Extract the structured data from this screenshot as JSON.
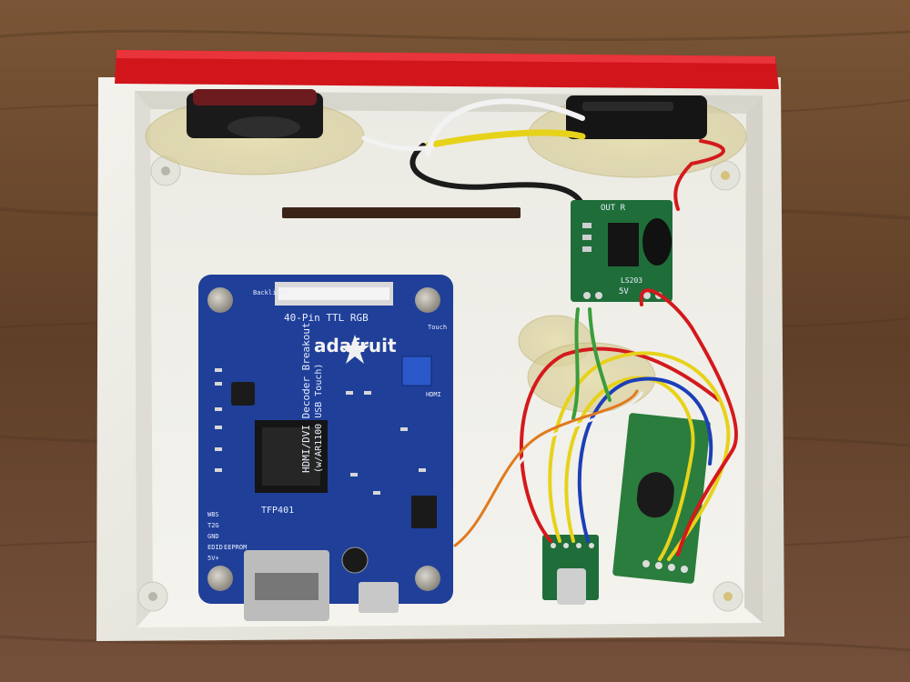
{
  "image": {
    "kind": "photo",
    "subject": "enclosure-with-electronics"
  },
  "labels": {
    "brand": "adafruit",
    "board_title": "HDMI/DVI Decoder Breakout",
    "board_subtitle": "(w/AR1100 USB Touch)",
    "connector_label": "40-Pin TTL RGB",
    "chip_label": "TFP401",
    "amp_out_label": "OUT R",
    "amp_power_label": "5V",
    "amp_model_label": "LS203",
    "pin_labels": [
      "WBS",
      "T2G",
      "GND",
      "EDID",
      "EEPROM",
      "5V+"
    ],
    "backlight_label": "Backlight",
    "touch_label": "Touch",
    "hdmi_label": "HDMI"
  },
  "colors": {
    "wood": "#6b4a30",
    "case_white": "#ecebe4",
    "lid_red": "#d2141b",
    "pcb_blue": "#1f3f99",
    "amp_green": "#1f6e3a",
    "wire_red": "#d4191c",
    "wire_yellow": "#e7d21a",
    "wire_blue": "#1c3fb8",
    "wire_orange": "#e07a1e"
  }
}
